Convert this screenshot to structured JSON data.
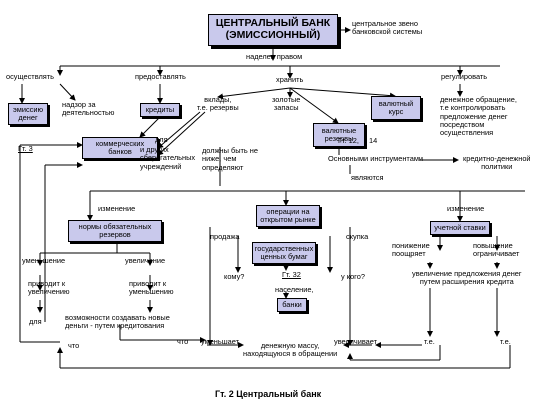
{
  "diagram": {
    "boxes": {
      "central_bank": "ЦЕНТРАЛЬНЫЙ БАНК\n(ЭМИССИОННЫЙ)",
      "emission": "эмиссию\nденег",
      "credits": "кредиты",
      "commercial_banks": "коммерческих\nбанков",
      "currency_reserves": "валютные\nрезервы",
      "exchange_rate": "валютный\nкурс",
      "reserve_norms": "нормы обязательных\nрезервов",
      "open_market": "операции на\nоткрытом рынке",
      "gov_securities": "государственных\nценных бумаг",
      "banks": "банки",
      "discount_rate": "учетной ставки"
    },
    "labels": {
      "central_link": "центральное звено\nбанковской системы",
      "granted_right": "наделен правом",
      "implement": "осуществлять",
      "supervision": "надзор за\nдеятельностью",
      "provide": "предоставлять",
      "to": "для",
      "store": "хранить",
      "deposits": "вклады,\nт.е. резервы",
      "gold": "золотые\nзапасы",
      "regulate": "регулировать",
      "money_circulation": "денежное обращение,\nт.е контролировать\nпредложение денег\nпосредством\nосуществления",
      "ref_gt3": "Гт. 3",
      "ref_gt12": "Гт. 12,",
      "ref_14": "14",
      "main_instruments": "Основными инструментами",
      "credit_policy": "кредитно-денежной\nполитики",
      "are": "являются",
      "other_institutions": "и других\nсберегательных\nучреждений",
      "not_lower": "должны быть не\nниже, чем\nопределяют",
      "change_left": "изменение",
      "change_right": "изменение",
      "sale": "продажа",
      "purchase": "скупка",
      "to_whom": "кому?",
      "from_whom": "у кого?",
      "ref_gt32": "Гт. 32",
      "population": "население,",
      "decrease_left": "уменьшение",
      "increase_left": "увеличение",
      "leads_increase": "приводит к\nувеличению",
      "leads_decrease": "приводит к\nуменьшению",
      "possibility": "возможности создавать новые\nденьги - путем кредитования",
      "for_bottom": "для",
      "that_left": "что",
      "that_mid": "что",
      "reduces": "уменьшает",
      "money_supply": "денежную массу,\nнаходящуюся в обращении",
      "increases": "увеличивает",
      "lowering": "понижение\nпоощряет",
      "raising": "повышение\nограничивает",
      "increase_supply": "увеличение предложения денег\nпутем расширения кредита",
      "ie_1": "т.е.",
      "ie_2": "т.е."
    },
    "caption": "Гт. 2 Центральный банк"
  }
}
